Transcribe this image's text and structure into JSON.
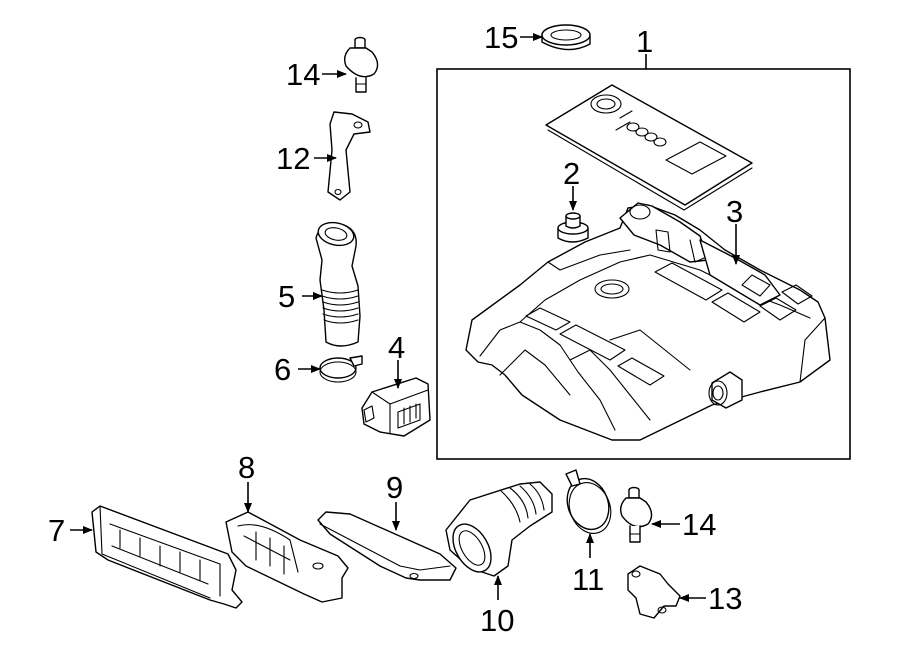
{
  "callouts": {
    "c1": "1",
    "c2": "2",
    "c3": "3",
    "c4": "4",
    "c5": "5",
    "c6": "6",
    "c7": "7",
    "c8": "8",
    "c9": "9",
    "c10": "10",
    "c11": "11",
    "c12": "12",
    "c13": "13",
    "c14_top": "14",
    "c14_bottom": "14",
    "c15": "15"
  },
  "colors": {
    "line": "#000000",
    "background": "#ffffff"
  }
}
